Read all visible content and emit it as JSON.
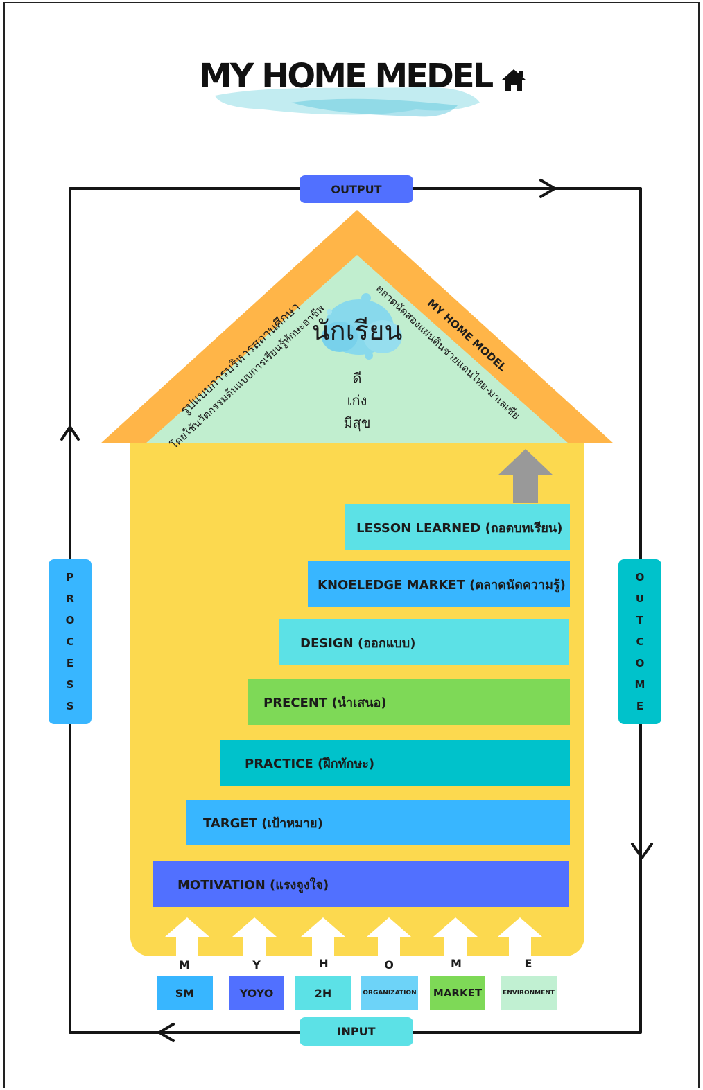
{
  "title": "MY HOME MEDEL",
  "labels": {
    "output": "OUTPUT",
    "input": "INPUT",
    "process": [
      "P",
      "R",
      "O",
      "C",
      "E",
      "S",
      "S"
    ],
    "outcome": [
      "O",
      "U",
      "T",
      "C",
      "O",
      "M",
      "E"
    ]
  },
  "roof": {
    "left_outer": "รูปแบบการบริหารสถานศึกษา",
    "left_inner": "โดยใช้นวัตกรรมต้นแบบการเรียนรู้ทักษะอาชีพ",
    "right_outer": "MY HOME MODEL",
    "right_inner": "ตลาดนัดสองแผ่นดินชายแดนไทย-มาเลเซีย",
    "center_title": "นักเรียน",
    "center_lines": [
      "ดี",
      "เก่ง",
      "มีสุข"
    ]
  },
  "steps": [
    {
      "label": "LESSON LEARNED (ถอดบทเรียน)",
      "color": "#5ce1e6"
    },
    {
      "label": "KNOELEDGE MARKET (ตลาดนัดความรู้)",
      "color": "#38b6ff"
    },
    {
      "label": "DESIGN (ออกแบบ)",
      "color": "#5ce1e6"
    },
    {
      "label": "PRECENT (นำเสนอ)",
      "color": "#7ed957"
    },
    {
      "label": "PRACTICE (ฝึกทักษะ)",
      "color": "#00c2cb"
    },
    {
      "label": "TARGET (เป้าหมาย)",
      "color": "#38b6ff"
    },
    {
      "label": "MOTIVATION (แรงจูงใจ)",
      "color": "#5170ff"
    }
  ],
  "letters": [
    "M",
    "Y",
    "H",
    "O",
    "M",
    "E"
  ],
  "boxes": [
    {
      "label": "SM",
      "color": "#38b6ff"
    },
    {
      "label": "YOYO",
      "color": "#5170ff"
    },
    {
      "label": "2H",
      "color": "#5ce1e6"
    },
    {
      "label": "ORGANIZATION",
      "color": "#6dd3f8"
    },
    {
      "label": "MARKET",
      "color": "#7ed957"
    },
    {
      "label": "ENVIRONMENT",
      "color": "#c1f0d2"
    }
  ],
  "colors": {
    "house_body": "#fcd94f",
    "roof_outer": "#ffb548",
    "roof_inner": "#c1eecf",
    "output": "#5170ff",
    "input": "#5ce1e6",
    "process": "#38b6ff",
    "outcome": "#00c2cb",
    "up_arrow": "#999999"
  }
}
